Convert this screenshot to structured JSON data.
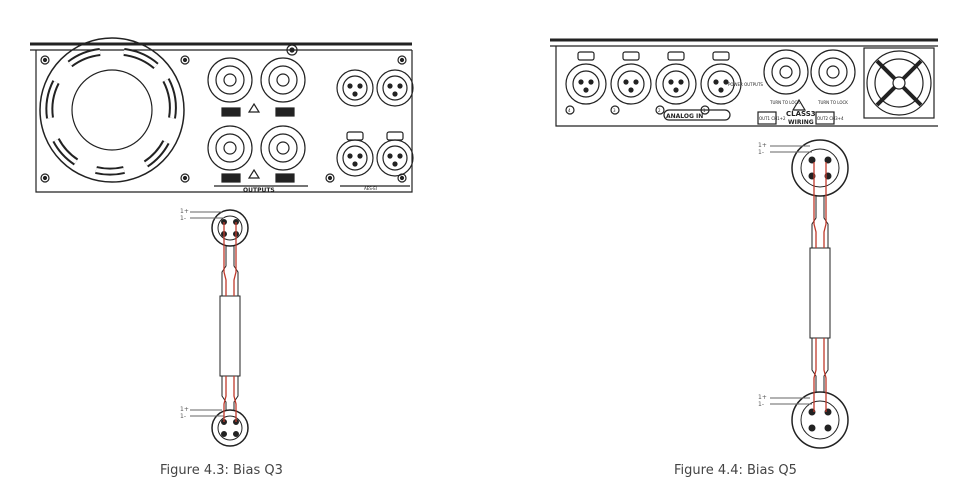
{
  "figure_left": {
    "caption": "Figure 4.3: Bias Q3",
    "panel_label_outputs": "OUTPUTS",
    "panel_label_aes": "AES-EI",
    "wire_top_pos": "1+",
    "wire_top_neg": "1-",
    "wire_bottom_pos": "1+",
    "wire_bottom_neg": "1-"
  },
  "figure_right": {
    "caption": "Figure 4.4: Bias Q5",
    "label_analog_in": "ANALOG IN",
    "label_power_outputs": "POWER OUTPUTS",
    "label_turn_to_lock": "TURN TO LOCK",
    "label_class3": "CLASS3",
    "label_wiring": "WIRING",
    "label_out_a": "OUT1 CH1+2",
    "label_out_b": "OUT2 CH3+4",
    "input_numbers": [
      "4",
      "3",
      "2",
      "1"
    ],
    "wire_top_pos": "1+",
    "wire_top_neg": "1-",
    "wire_bottom_pos": "1+",
    "wire_bottom_neg": "1-"
  },
  "colors": {
    "line": "#222222",
    "wire": "#c0392b"
  }
}
